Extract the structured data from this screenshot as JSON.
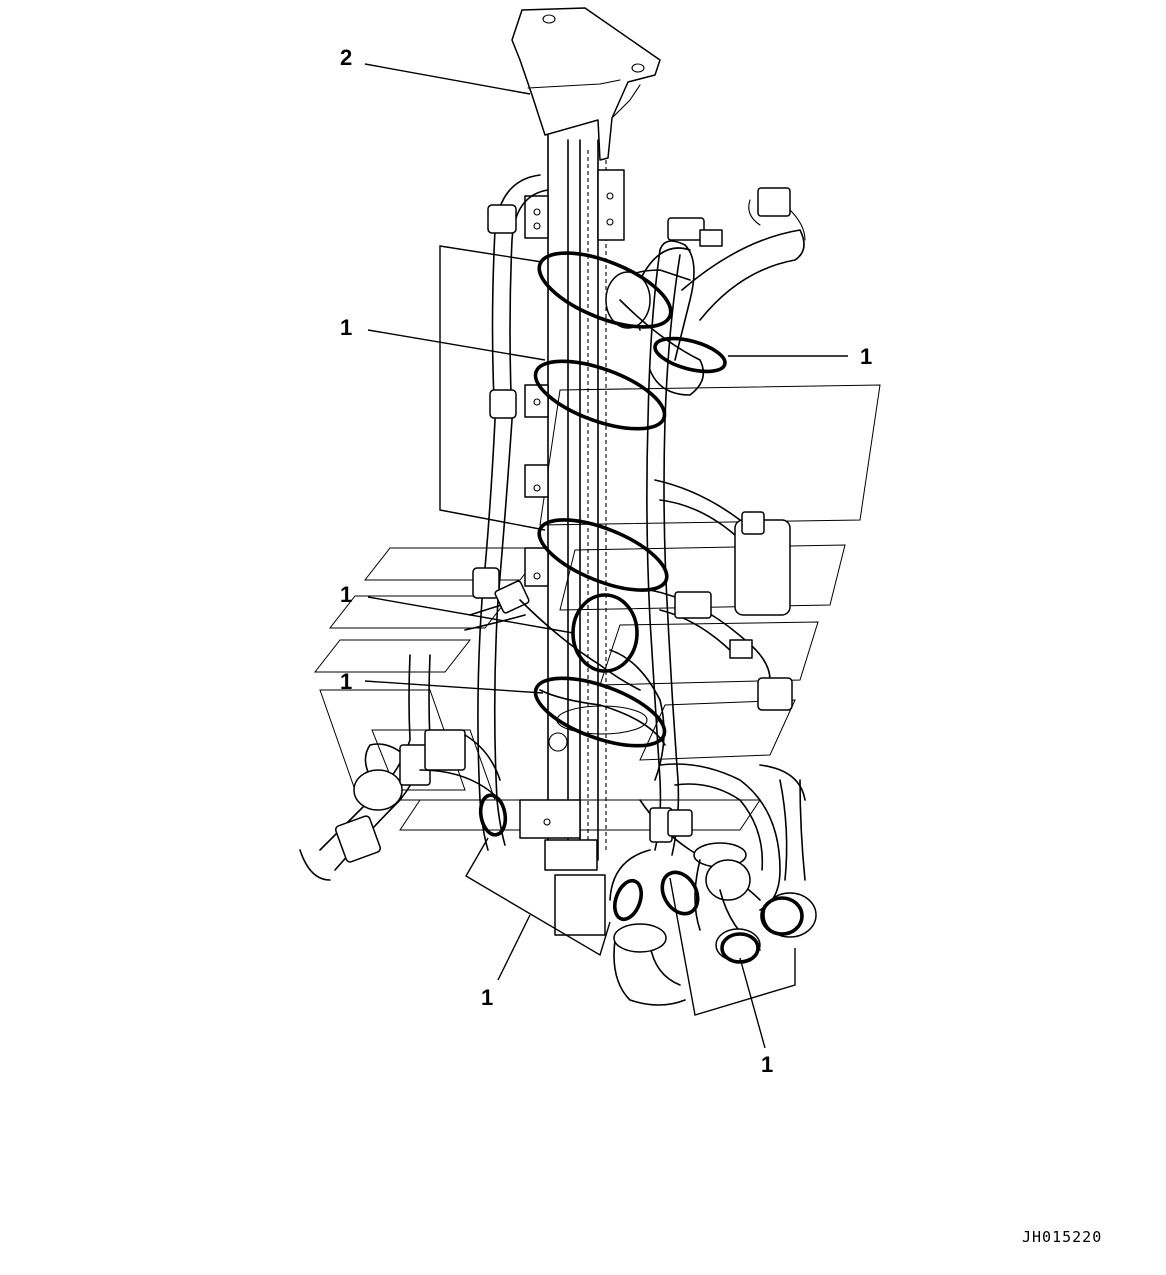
{
  "diagram": {
    "callouts": [
      {
        "id": "bracket",
        "label": "2"
      },
      {
        "id": "clamp-bracketed-left",
        "label": "1"
      },
      {
        "id": "clamp-right-upper",
        "label": "1"
      },
      {
        "id": "clamp-middle-left",
        "label": "1"
      },
      {
        "id": "clamp-lower-left",
        "label": "1"
      },
      {
        "id": "clamp-bottom-left",
        "label": "1"
      },
      {
        "id": "clamp-bottom-right",
        "label": "1"
      }
    ],
    "drawing_code": "JH015220"
  }
}
